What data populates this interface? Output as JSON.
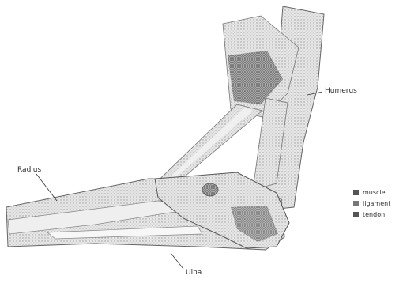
{
  "labels": {
    "humerus": "Humerus",
    "radius": "Radius",
    "ulna": "Ulna"
  },
  "legend": [
    {
      "label": "muscle",
      "color": "#555555"
    },
    {
      "label": "ligament",
      "color": "#777777"
    },
    {
      "label": "tendon",
      "color": "#555555"
    }
  ]
}
